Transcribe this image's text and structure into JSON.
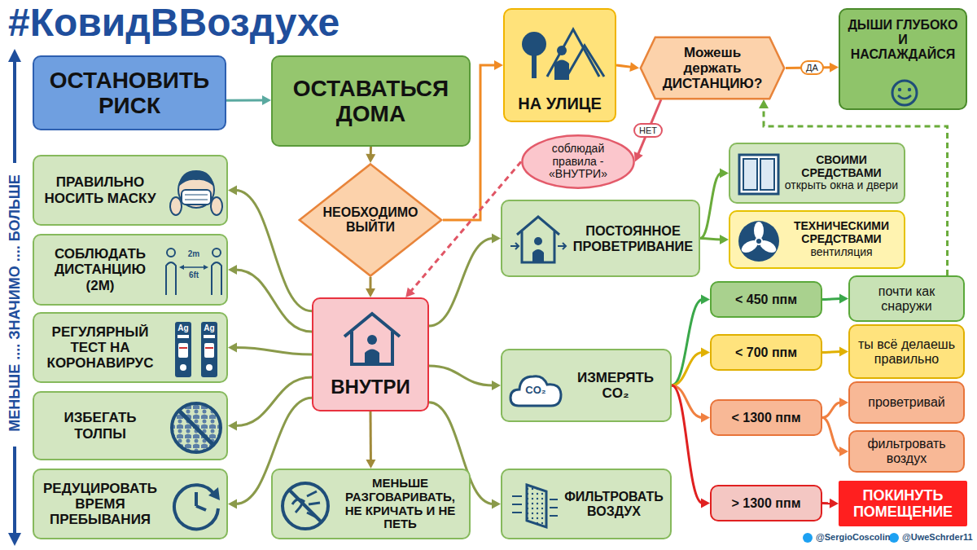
{
  "diagram": {
    "title": "#КовидВВоздухе",
    "nodes": [
      {
        "text": [
          "ОСТАНОВИТЬ РИСК"
        ]
      },
      {
        "text": [
          "ОСТАВАТЬСЯ ДОМА"
        ]
      },
      {
        "text": [
          "НА УЛИЦЕ"
        ]
      },
      {
        "text": [
          "Можешь держать ДИСТАНЦИЮ?"
        ]
      },
      {
        "text": [
          "ДЫШИ ГЛУБОКО И НАСЛАЖДАЙСЯ"
        ]
      },
      {
        "text": [
          "соблюдай правила - «ВНУТРИ»"
        ]
      },
      {
        "text": [
          "НЕОБХОДИМО ВЫЙТИ"
        ]
      },
      {
        "text": [
          "ВНУТРИ"
        ]
      },
      {
        "text": [
          "ПРАВИЛЬНО НОСИТЬ МАСКУ"
        ]
      },
      {
        "text": [
          "СОБЛЮДАТЬ ДИСТАНЦИЮ (2М)"
        ]
      },
      {
        "text": [
          "РЕГУЛЯРНЫЙ ТЕСТ НА КОРОНАВИРУС"
        ]
      },
      {
        "text": [
          "ИЗБЕГАТЬ ТОЛПЫ"
        ]
      },
      {
        "text": [
          "РЕДУЦИРОВАТЬ ВРЕМЯ ПРЕБЫВАНИЯ"
        ]
      },
      {
        "text": [
          "МЕНЬШЕ РАЗГОВАРИВАТЬ, НЕ КРИЧАТЬ И НЕ ПЕТЬ"
        ]
      },
      {
        "text": [
          "ПОСТОЯННОЕ ПРОВЕТРИВАНИЕ"
        ]
      },
      {
        "text": [
          "СВОИМИ СРЕДСТВАМИ",
          "открыть окна и двери"
        ]
      },
      {
        "text": [
          "ТЕХНИЧЕСКИМИ СРЕДСТВАМИ",
          "вентиляция"
        ]
      },
      {
        "text": [
          "ИЗМЕРЯТЬ CO₂"
        ]
      },
      {
        "text": [
          "< 450 ппм"
        ]
      },
      {
        "text": [
          "почти как снаружи"
        ]
      },
      {
        "text": [
          "< 700 ппм"
        ]
      },
      {
        "text": [
          "ты всё делаешь правильно"
        ]
      },
      {
        "text": [
          "< 1300 ппм"
        ]
      },
      {
        "text": [
          "проветривай"
        ]
      },
      {
        "text": [
          "фильтровать воздух"
        ]
      },
      {
        "text": [
          "> 1300 ппм"
        ]
      },
      {
        "text": [
          "ПОКИНУТЬ ПОМЕЩЕНИЕ"
        ]
      },
      {
        "text": [
          "ФИЛЬТРОВАТЬ ВОЗДУХ"
        ]
      }
    ],
    "edges": [
      {
        "from": 0,
        "to": 1,
        "arrow": "to"
      },
      {
        "from": 1,
        "to": 6,
        "arrow": "to"
      },
      {
        "from": 6,
        "to": 7,
        "arrow": "to"
      },
      {
        "from": 6,
        "to": 2,
        "arrow": "to"
      },
      {
        "from": 2,
        "to": 3,
        "arrow": "to"
      },
      {
        "from": 3,
        "to": 4,
        "label": "ДА",
        "arrow": "to"
      },
      {
        "from": 3,
        "to": 5,
        "label": "НЕТ",
        "arrow": "to"
      },
      {
        "from": 5,
        "to": 7,
        "arrow": "to"
      },
      {
        "from": 7,
        "to": 8,
        "arrow": "to"
      },
      {
        "from": 7,
        "to": 9,
        "arrow": "to"
      },
      {
        "from": 7,
        "to": 10,
        "arrow": "to"
      },
      {
        "from": 7,
        "to": 11,
        "arrow": "to"
      },
      {
        "from": 7,
        "to": 12,
        "arrow": "to"
      },
      {
        "from": 7,
        "to": 13,
        "arrow": "to"
      },
      {
        "from": 7,
        "to": 14,
        "arrow": "to"
      },
      {
        "from": 7,
        "to": 17,
        "arrow": "to"
      },
      {
        "from": 7,
        "to": 27,
        "arrow": "to"
      },
      {
        "from": 14,
        "to": 15,
        "arrow": "to"
      },
      {
        "from": 14,
        "to": 16,
        "arrow": "to"
      },
      {
        "from": 17,
        "to": 18,
        "arrow": "to"
      },
      {
        "from": 17,
        "to": 20,
        "arrow": "to"
      },
      {
        "from": 17,
        "to": 22,
        "arrow": "to"
      },
      {
        "from": 17,
        "to": 25,
        "arrow": "to"
      },
      {
        "from": 18,
        "to": 19,
        "arrow": "to"
      },
      {
        "from": 20,
        "to": 21,
        "arrow": "to"
      },
      {
        "from": 22,
        "to": 23,
        "arrow": "to"
      },
      {
        "from": 22,
        "to": 24,
        "arrow": "to"
      },
      {
        "from": 25,
        "to": 26,
        "arrow": "to"
      },
      {
        "from": 19,
        "to": 3,
        "arrow": "to"
      }
    ],
    "labels": [
      "МЕНЬШЕ .... ЗНАЧИМО .... БОЛЬШЕ",
      "2m",
      "6ft",
      "Ag",
      "Ag",
      "CO₂",
      "@SergioCoscolin",
      "@UweSchrder11"
    ]
  }
}
